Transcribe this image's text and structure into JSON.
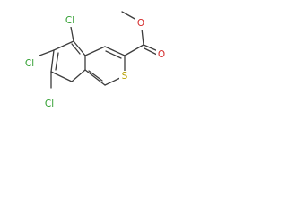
{
  "molecule": {
    "atoms": {
      "cl1": "Cl",
      "cl2": "Cl",
      "cl3": "Cl",
      "s": "S",
      "o_carbonyl": "O",
      "o_ester": "O"
    },
    "colors": {
      "bond": "#3d3d3d",
      "chlorine": "#2f9e2f",
      "sulfur": "#b7a000",
      "oxygen": "#d42a2a"
    }
  }
}
